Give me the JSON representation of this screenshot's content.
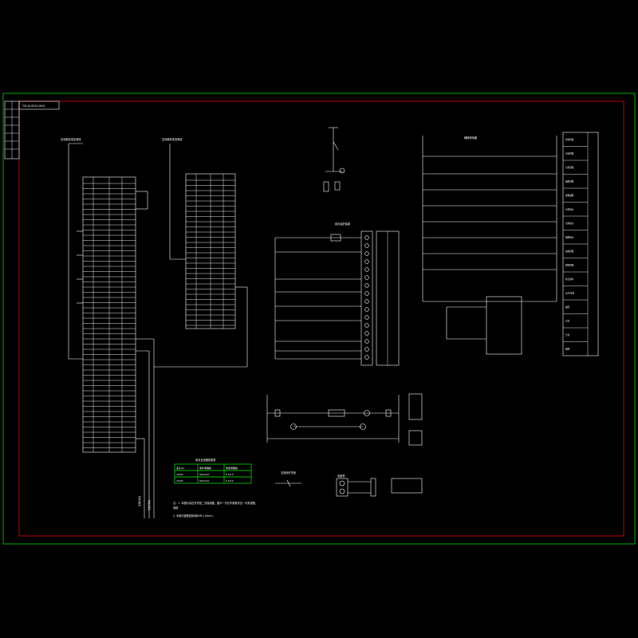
{
  "drawing": {
    "title_block_text": "TLY-10-0013-0001",
    "colors": {
      "background": "#000000",
      "outer_border": "#00c000",
      "inner_border": "#d00000",
      "lines": "#ffffff",
      "table_border": "#00c000"
    }
  },
  "terminal_panels": {
    "left_caption": "至测量柜电压母线",
    "mid_caption": "至测量柜电流母线"
  },
  "ct_table": {
    "headers": [
      "变比(A)",
      "保护准确级",
      "测量准确级"
    ],
    "rows": [
      [
        "200/5",
        "5P10/10",
        "0.5/10"
      ],
      [
        "150/5",
        "5P10/10",
        "0.5/10"
      ]
    ]
  },
  "notes": {
    "line1": "注：1. 本图为高压开关柜二次接线图，图中一次元件参数详见一次系统图，",
    "line1b": "电缆",
    "line2": "2. 本柜内部配线采用BVR-1.5mm²。"
  },
  "right_column": {
    "labels": [
      "控制回路",
      "合闸回路",
      "分闸回路",
      "储能回路",
      "弹簧储能",
      "分闸指示",
      "合闸指示",
      "储能指示",
      "加热回路",
      "照明回路",
      "综合保护",
      "远方/就地",
      "故障",
      "合位",
      "分位",
      "储能"
    ]
  },
  "labels": {
    "protect_device": "综合保护装置",
    "aux_label": "辅助继电器",
    "legend_arrow": "去其他开关柜",
    "meter_label": "电度表"
  }
}
